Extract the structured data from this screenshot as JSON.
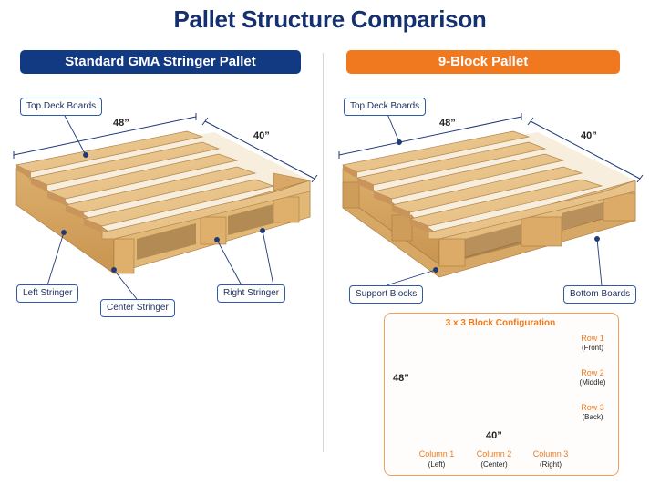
{
  "title": "Pallet Structure Comparison",
  "left_panel": {
    "heading": "Standard GMA Stringer Pallet",
    "length": "48”",
    "width": "40”",
    "callouts": {
      "top_deck": "Top Deck Boards",
      "left_stringer": "Left Stringer",
      "center_stringer": "Center Stringer",
      "right_stringer": "Right Stringer"
    }
  },
  "right_panel": {
    "heading": "9-Block Pallet",
    "length": "48”",
    "width": "40”",
    "callouts": {
      "top_deck": "Top Deck Boards",
      "support_blocks": "Support Blocks",
      "bottom_boards": "Bottom Boards"
    },
    "config": {
      "title": "3 x 3 Block Configuration",
      "length": "48”",
      "width": "40”",
      "rows": [
        {
          "label": "Row 1",
          "sub": "(Front)"
        },
        {
          "label": "Row 2",
          "sub": "(Middle)"
        },
        {
          "label": "Row 3",
          "sub": "(Back)"
        }
      ],
      "columns": [
        {
          "label": "Column 1",
          "sub": "(Left)"
        },
        {
          "label": "Column 2",
          "sub": "(Center)"
        },
        {
          "label": "Column 3",
          "sub": "(Right)"
        }
      ]
    }
  },
  "colors": {
    "navy": "#123a82",
    "orange": "#f0781e",
    "wood_top": "#e8c48a",
    "wood_side": "#d2a260",
    "wood_dark": "#b98a4c"
  }
}
